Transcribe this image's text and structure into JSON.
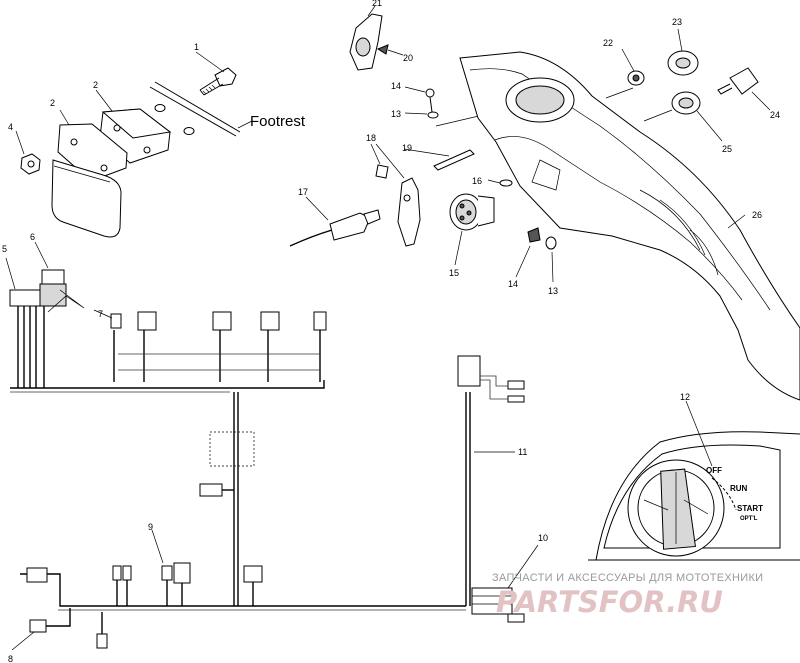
{
  "labels": {
    "footrest": "Footrest",
    "switch_off": "OFF",
    "switch_run": "RUN",
    "switch_start": "START",
    "switch_opt": "OPT'L"
  },
  "callouts": [
    {
      "id": "c1",
      "text": "1"
    },
    {
      "id": "c2a",
      "text": "2"
    },
    {
      "id": "c2b",
      "text": "2"
    },
    {
      "id": "c4",
      "text": "4"
    },
    {
      "id": "c5",
      "text": "5"
    },
    {
      "id": "c6",
      "text": "6"
    },
    {
      "id": "c7",
      "text": "7"
    },
    {
      "id": "c8",
      "text": "8"
    },
    {
      "id": "c9",
      "text": "9"
    },
    {
      "id": "c10",
      "text": "10"
    },
    {
      "id": "c11",
      "text": "11"
    },
    {
      "id": "c12",
      "text": "12"
    },
    {
      "id": "c13a",
      "text": "13"
    },
    {
      "id": "c13b",
      "text": "13"
    },
    {
      "id": "c14a",
      "text": "14"
    },
    {
      "id": "c14b",
      "text": "14"
    },
    {
      "id": "c15",
      "text": "15"
    },
    {
      "id": "c16",
      "text": "16"
    },
    {
      "id": "c17",
      "text": "17"
    },
    {
      "id": "c18",
      "text": "18"
    },
    {
      "id": "c19",
      "text": "19"
    },
    {
      "id": "c20",
      "text": "20"
    },
    {
      "id": "c21",
      "text": "21"
    },
    {
      "id": "c22",
      "text": "22"
    },
    {
      "id": "c23",
      "text": "23"
    },
    {
      "id": "c24",
      "text": "24"
    },
    {
      "id": "c25",
      "text": "25"
    },
    {
      "id": "c26",
      "text": "26"
    }
  ],
  "watermark": {
    "tagline": "ЗАПЧАСТИ И АКСЕССУАРЫ ДЛЯ МОТОТЕХНИКИ",
    "logo": "PARTSFOR.RU"
  }
}
